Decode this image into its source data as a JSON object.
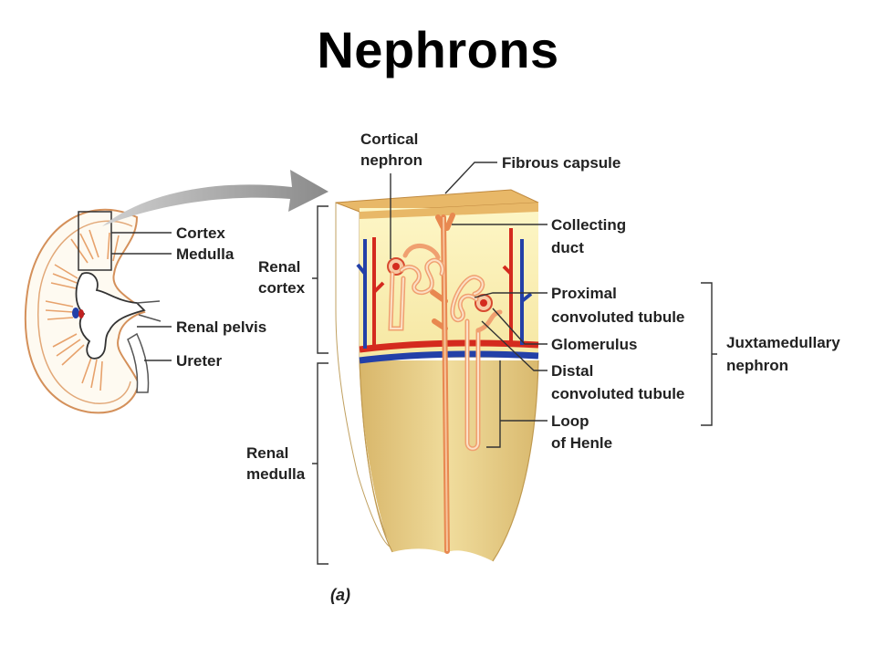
{
  "title": "Nephrons",
  "labels": {
    "cortex": "Cortex",
    "medulla": "Medulla",
    "renal_pelvis": "Renal pelvis",
    "ureter": "Ureter",
    "renal_cortex": [
      "Renal",
      "cortex"
    ],
    "renal_medulla": [
      "Renal",
      "medulla"
    ],
    "cortical_nephron": [
      "Cortical",
      "nephron"
    ],
    "fibrous_capsule": "Fibrous capsule",
    "collecting_duct": [
      "Collecting",
      "duct"
    ],
    "proximal_tubule": [
      "Proximal",
      "convoluted tubule"
    ],
    "glomerulus": "Glomerulus",
    "distal_tubule": [
      "Distal",
      "convoluted tubule"
    ],
    "loop_of_henle": [
      "Loop",
      "of Henle"
    ],
    "juxtamedullary_nephron": [
      "Juxtamedullary",
      "nephron"
    ],
    "panel": "(a)"
  },
  "colors": {
    "artery": "#d42a1e",
    "vein": "#2340a8",
    "tubule": "#f0a070",
    "capsule": "#e8b868",
    "cortex_fill": "#fbf1b2",
    "medulla_fill": "#e8cf8a",
    "arrow": "#9a9a9a"
  }
}
